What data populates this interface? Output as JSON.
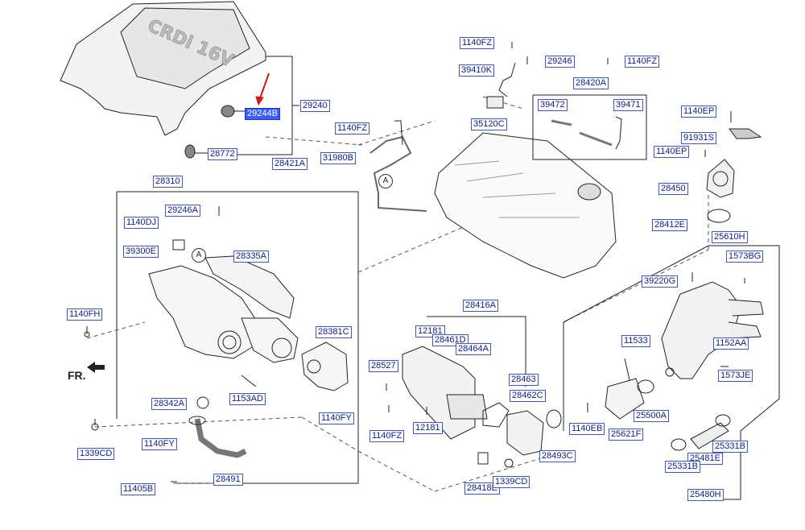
{
  "diagram": {
    "orientation_label": "FR.",
    "callout_marker": "A",
    "highlight_color": "#3b5bff",
    "cover_text": "CRDi 16V",
    "labels": [
      {
        "id": "29240",
        "text": "29240"
      },
      {
        "id": "29244B",
        "text": "29244B",
        "highlight": true
      },
      {
        "id": "28772",
        "text": "28772"
      },
      {
        "id": "28310",
        "text": "28310"
      },
      {
        "id": "29246A",
        "text": "29246A"
      },
      {
        "id": "1140DJ",
        "text": "1140DJ"
      },
      {
        "id": "39300E",
        "text": "39300E"
      },
      {
        "id": "28335A",
        "text": "28335A"
      },
      {
        "id": "1140FH",
        "text": "1140FH"
      },
      {
        "id": "28381C",
        "text": "28381C"
      },
      {
        "id": "28342A",
        "text": "28342A"
      },
      {
        "id": "1153AD",
        "text": "1153AD"
      },
      {
        "id": "1140FY_r",
        "text": "1140FY"
      },
      {
        "id": "1339CD_l",
        "text": "1339CD"
      },
      {
        "id": "1140FY_l",
        "text": "1140FY"
      },
      {
        "id": "28491",
        "text": "28491"
      },
      {
        "id": "11405B",
        "text": "11405B"
      },
      {
        "id": "1140FZ_top",
        "text": "1140FZ"
      },
      {
        "id": "29246",
        "text": "29246"
      },
      {
        "id": "39410K",
        "text": "39410K"
      },
      {
        "id": "1140FZ_mid",
        "text": "1140FZ"
      },
      {
        "id": "1140FZ_r",
        "text": "1140FZ"
      },
      {
        "id": "28420A",
        "text": "28420A"
      },
      {
        "id": "39472",
        "text": "39472"
      },
      {
        "id": "39471",
        "text": "39471"
      },
      {
        "id": "35120C",
        "text": "35120C"
      },
      {
        "id": "31980B",
        "text": "31980B"
      },
      {
        "id": "28421A",
        "text": "28421A"
      },
      {
        "id": "1140EP_a",
        "text": "1140EP"
      },
      {
        "id": "91931S",
        "text": "91931S"
      },
      {
        "id": "1140EP_b",
        "text": "1140EP"
      },
      {
        "id": "28450",
        "text": "28450"
      },
      {
        "id": "28412E",
        "text": "28412E"
      },
      {
        "id": "25610H",
        "text": "25610H"
      },
      {
        "id": "1573BG",
        "text": "1573BG"
      },
      {
        "id": "39220G",
        "text": "39220G"
      },
      {
        "id": "28416A",
        "text": "28416A"
      },
      {
        "id": "12181_a",
        "text": "12181"
      },
      {
        "id": "28461D",
        "text": "28461D"
      },
      {
        "id": "28464A",
        "text": "28464A"
      },
      {
        "id": "28527",
        "text": "28527"
      },
      {
        "id": "28463",
        "text": "28463"
      },
      {
        "id": "28462C",
        "text": "28462C"
      },
      {
        "id": "1140FZ_bot",
        "text": "1140FZ"
      },
      {
        "id": "12181_b",
        "text": "12181"
      },
      {
        "id": "28493C",
        "text": "28493C"
      },
      {
        "id": "28418E",
        "text": "28418E"
      },
      {
        "id": "1339CD_b",
        "text": "1339CD"
      },
      {
        "id": "11533",
        "text": "11533"
      },
      {
        "id": "1152AA",
        "text": "1152AA"
      },
      {
        "id": "1573JE",
        "text": "1573JE"
      },
      {
        "id": "1140EB",
        "text": "1140EB"
      },
      {
        "id": "25500A",
        "text": "25500A"
      },
      {
        "id": "25621F",
        "text": "25621F"
      },
      {
        "id": "25331B_a",
        "text": "25331B"
      },
      {
        "id": "25481E",
        "text": "25481E"
      },
      {
        "id": "25331B_b",
        "text": "25331B"
      },
      {
        "id": "25480H",
        "text": "25480H"
      }
    ]
  }
}
